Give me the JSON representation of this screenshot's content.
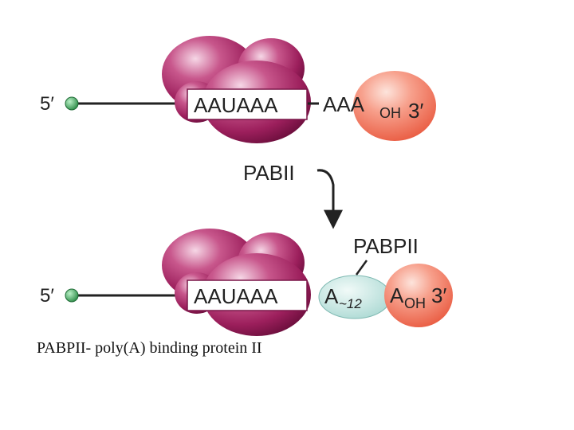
{
  "top": {
    "five_prime": "5′",
    "signal": "AAUAAA",
    "tail": "AAA",
    "oh": "OH",
    "three_prime": "3′"
  },
  "arrow": {
    "label": "PABII"
  },
  "bottom": {
    "five_prime": "5′",
    "signal": "AAUAAA",
    "protein_label": "PABPII",
    "a_label": "A",
    "a_count": "~12",
    "tail_a": "A",
    "oh": "OH",
    "three_prime": "3′"
  },
  "caption": "PABPII- poly(A) binding protein II",
  "colors": {
    "cpsf_complex": "#9c1f5c",
    "cpsf_highlight": "#f3d1e2",
    "pap_enzyme": "#ef6f55",
    "pap_highlight": "#fde1d9",
    "pabpii": "#bfe3df",
    "bead": "#3fa55b"
  }
}
